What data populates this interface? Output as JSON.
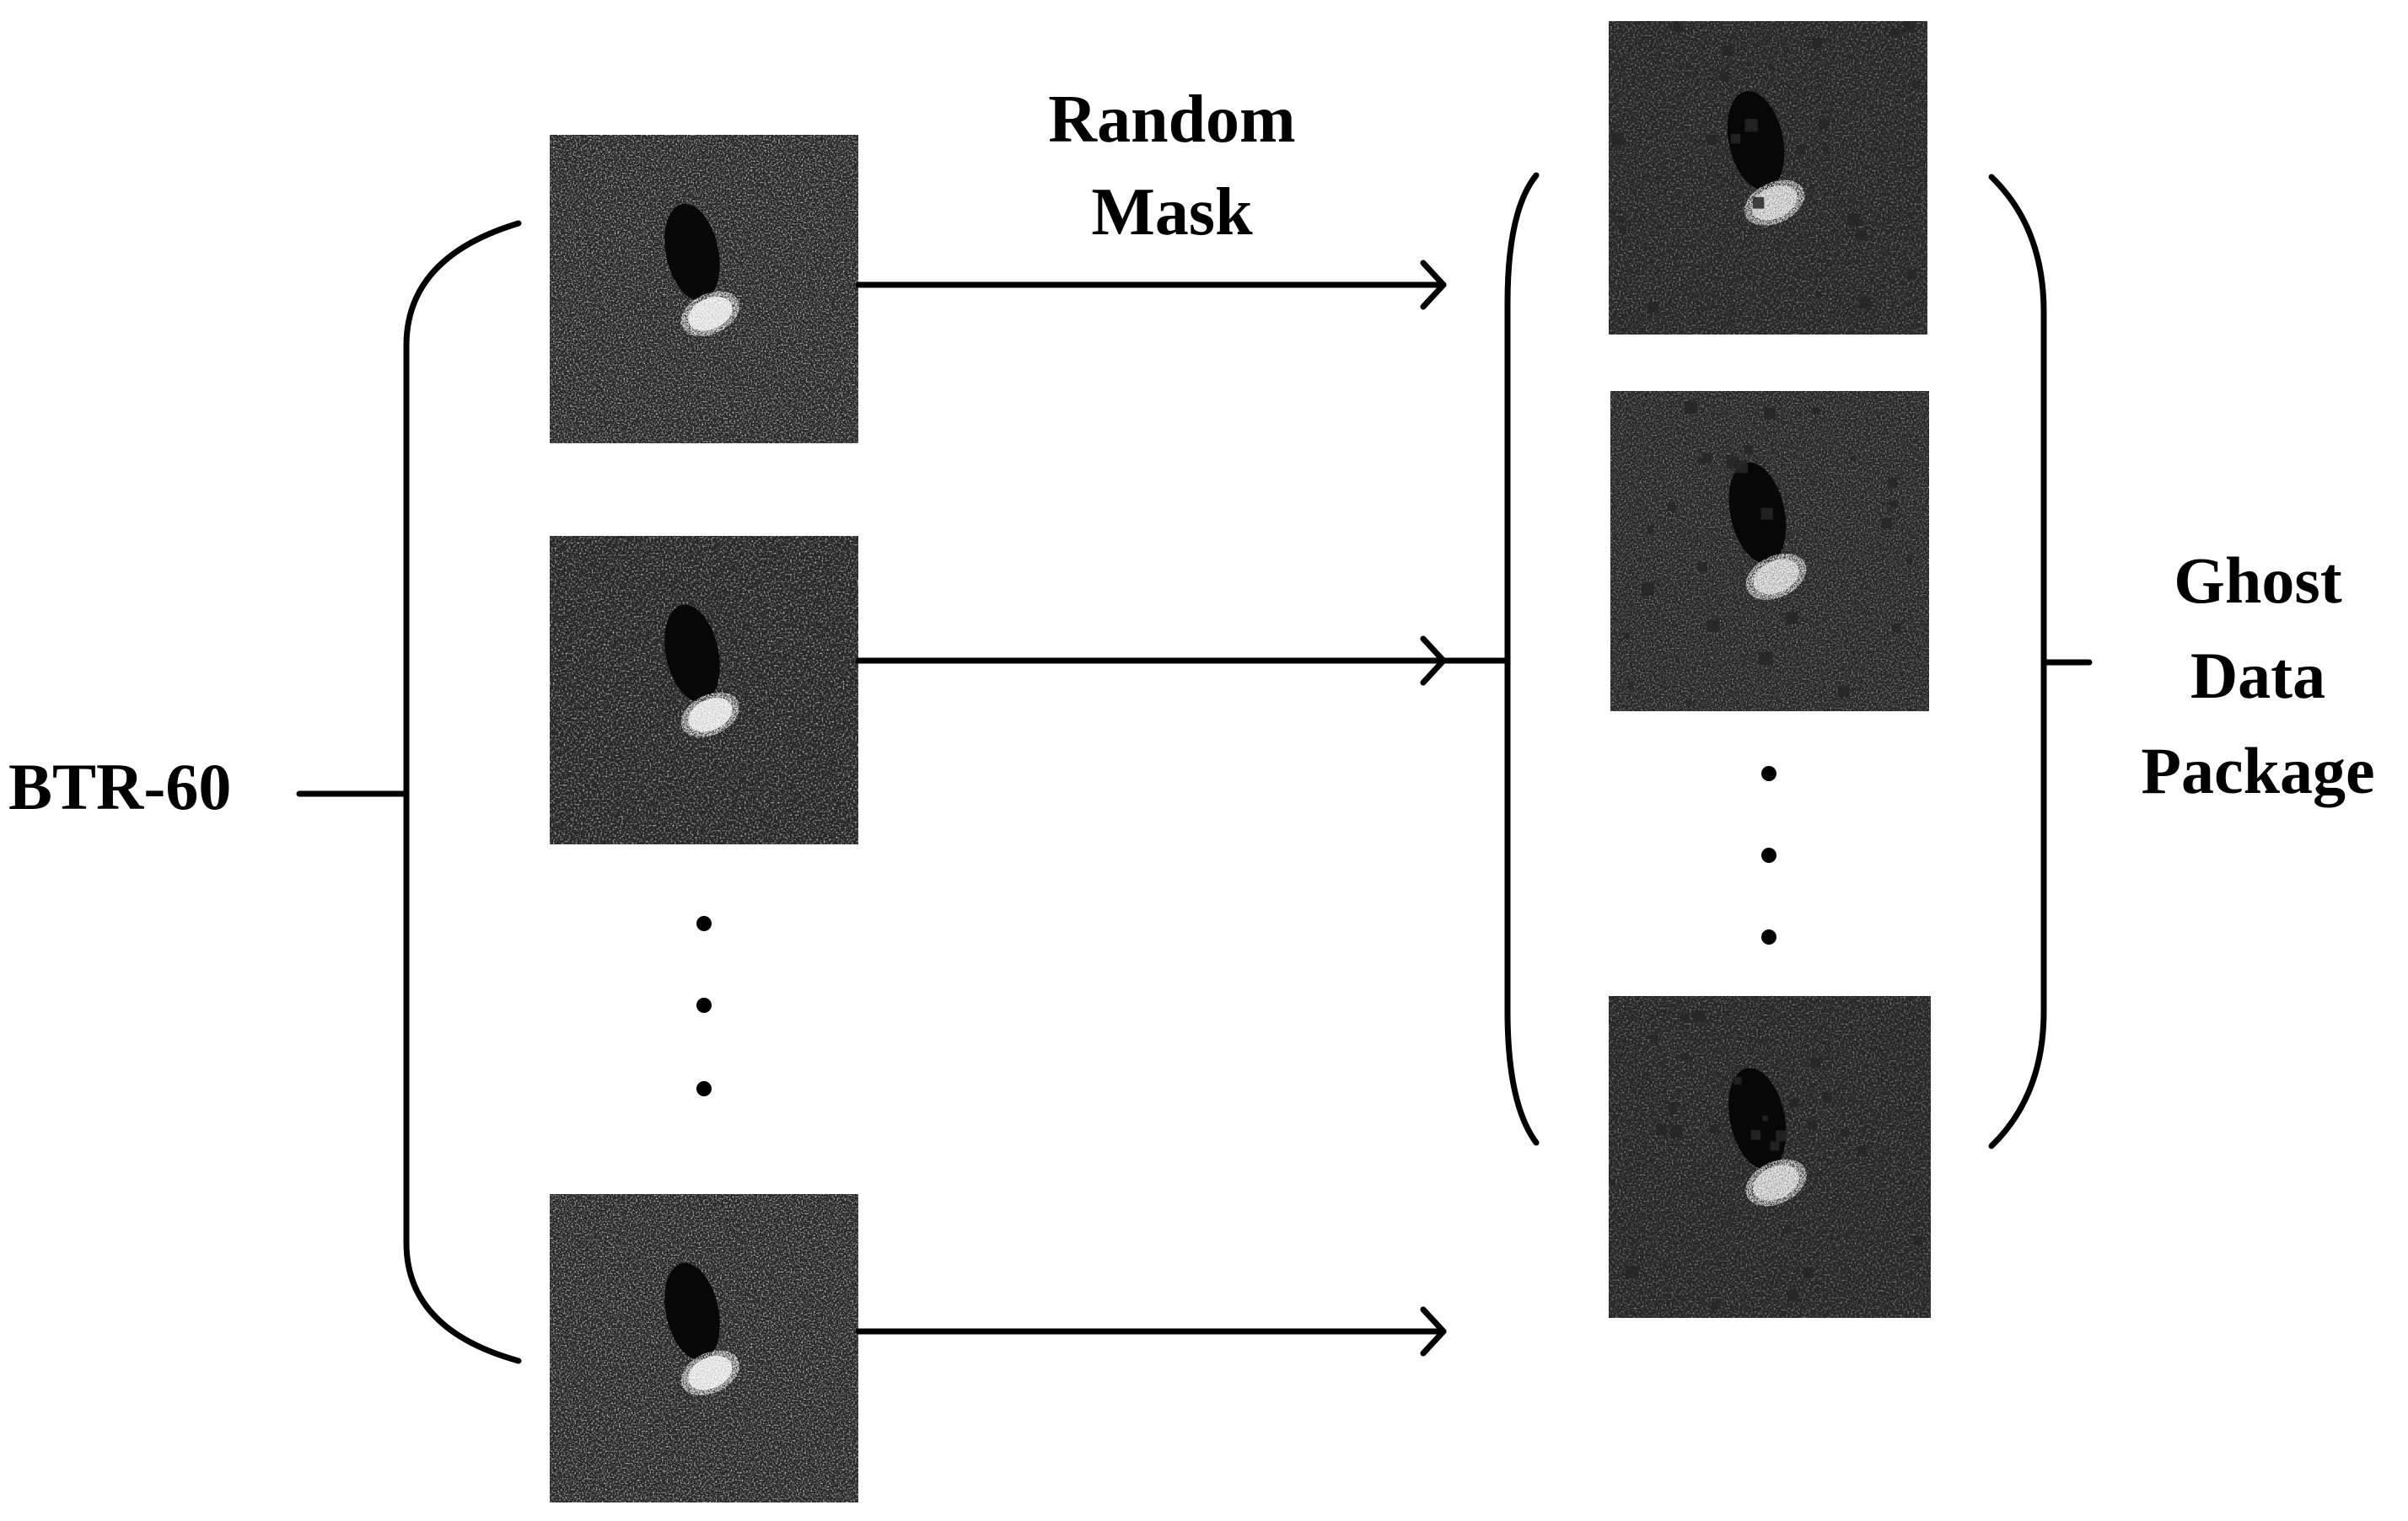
{
  "diagram": {
    "class_label": "BTR-60",
    "operation_label_line1": "Random",
    "operation_label_line2": "Mask",
    "output_label_line1": "Ghost",
    "output_label_line2": "Data",
    "output_label_line3": "Package"
  },
  "input_images": [
    {
      "kind": "sar-chip",
      "mask": "none"
    },
    {
      "kind": "sar-chip",
      "mask": "none"
    },
    {
      "kind": "sar-chip",
      "mask": "none"
    }
  ],
  "output_images": [
    {
      "kind": "sar-chip",
      "mask": "random"
    },
    {
      "kind": "sar-chip",
      "mask": "random"
    },
    {
      "kind": "sar-chip",
      "mask": "random"
    }
  ],
  "colors": {
    "line": "#000000",
    "background": "#ffffff",
    "image_background": "#262626",
    "target_shadow": "#070707",
    "target_highlight": "#ffffff"
  }
}
